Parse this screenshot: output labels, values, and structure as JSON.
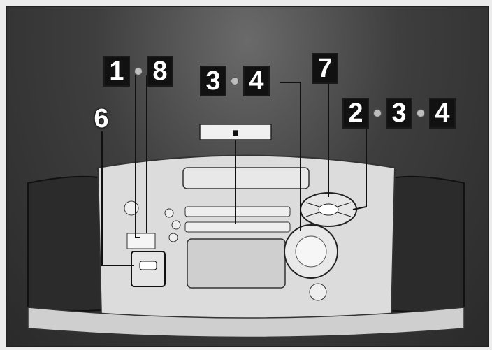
{
  "figure": {
    "callout_group_a": [
      "1",
      "8"
    ],
    "callout_group_b": [
      "3",
      "4"
    ],
    "callout_group_c": [
      "7"
    ],
    "callout_group_d": [
      "2",
      "3",
      "4"
    ],
    "callout_single": "6",
    "stop_symbol": "■"
  },
  "colors": {
    "backdrop": "#3a3a3a",
    "callout_box": "#111111",
    "device_body": "#dcdcdc",
    "speaker": "#2b2b2b"
  }
}
